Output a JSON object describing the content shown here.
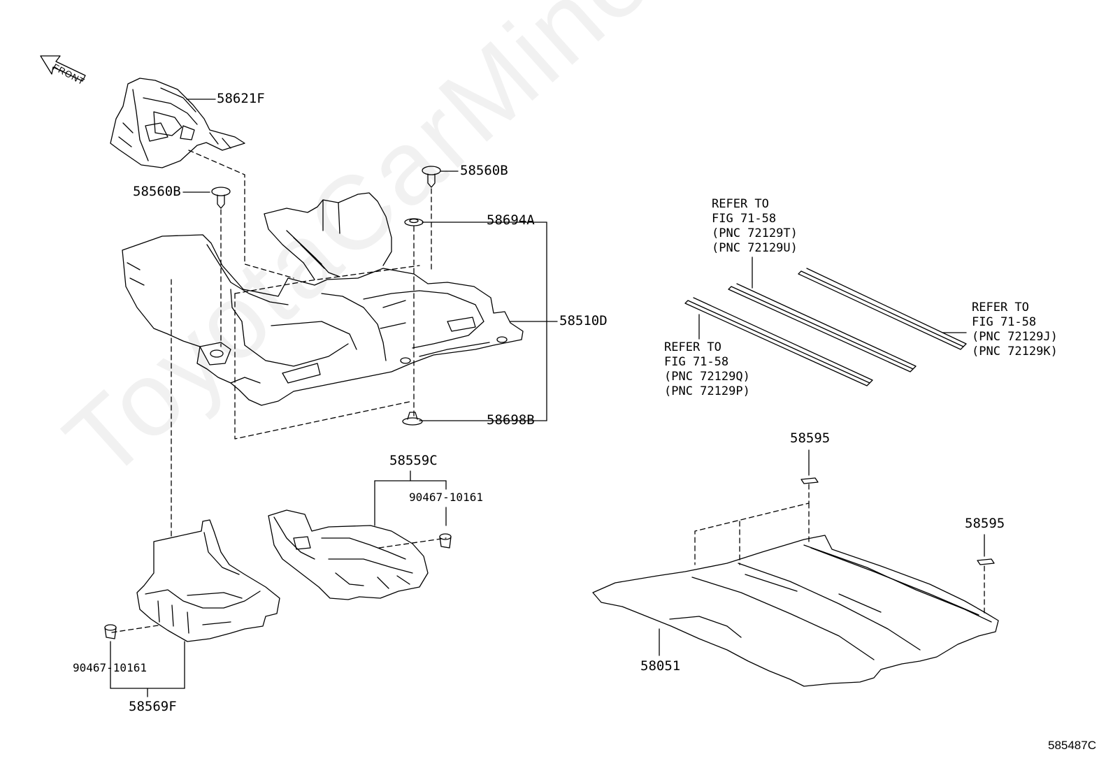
{
  "watermark": "ToyotaCarMine.ru",
  "orientation": {
    "label": "FRONT"
  },
  "diagram_id": "585487C",
  "parts": [
    "58621F",
    "58560B",
    "58560B",
    "58694A",
    "58510D",
    "58698B",
    "58559C",
    "90467-10161",
    "90467-10161",
    "58569F",
    "58595",
    "58595",
    "58051"
  ],
  "references": [
    [
      "REFER TO",
      "FIG 71-58",
      "(PNC 72129T)",
      "(PNC 72129U)"
    ],
    [
      "REFER TO",
      "FIG 71-58",
      "(PNC 72129Q)",
      "(PNC 72129P)"
    ],
    [
      "REFER TO",
      "FIG 71-58",
      "(PNC 72129J)",
      "(PNC 72129K)"
    ]
  ]
}
